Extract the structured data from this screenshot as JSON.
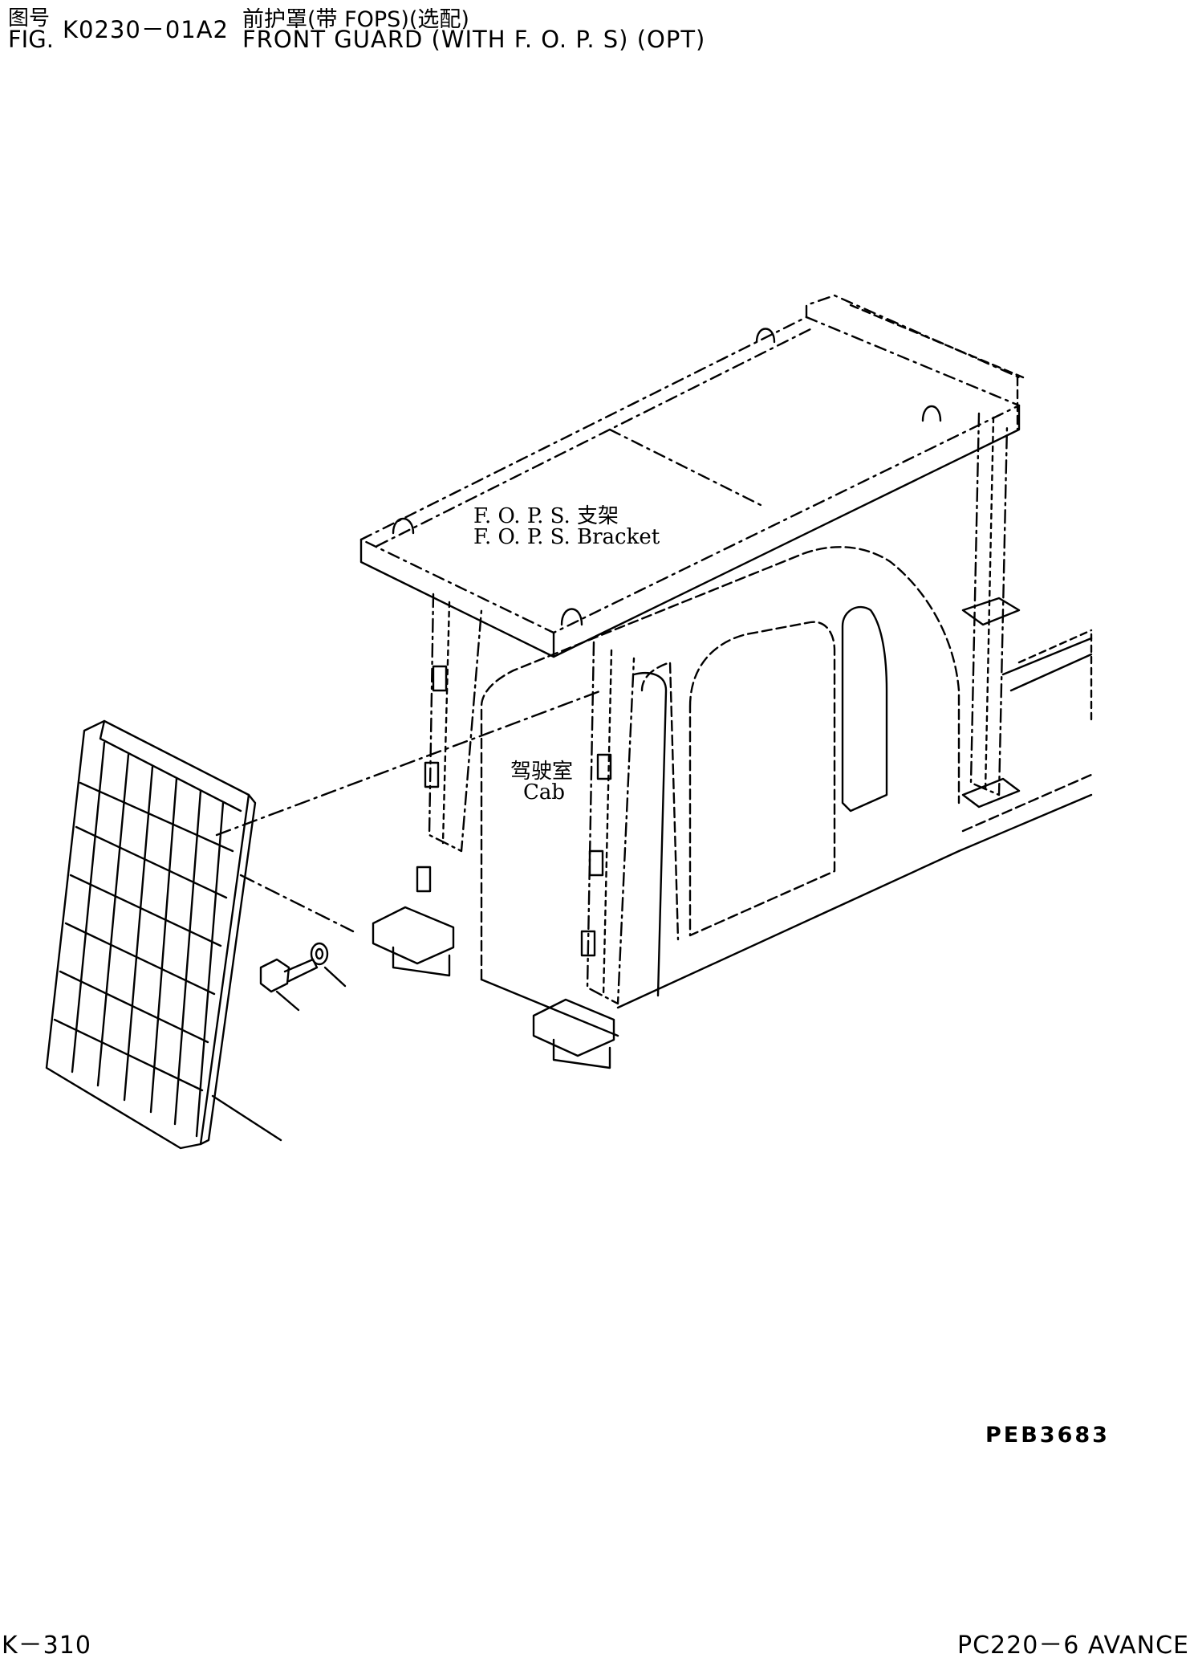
{
  "header": {
    "fig_label_cn": "图号",
    "fig_number": "K0230－01A2",
    "fig_label": "FIG.",
    "title_cn": "前护罩(带 FOPS)(选配)",
    "title_en": "FRONT GUARD (WITH F. O. P. S) (OPT)"
  },
  "diagram": {
    "labels": {
      "fops_cn": "F. O. P. S. 支架",
      "fops_en": "F. O. P. S. Bracket",
      "cab_cn": "驾驶室",
      "cab_en": "Cab"
    },
    "reference": "PEB3683"
  },
  "footer": {
    "page": "K－310",
    "model": "PC220－6 AVANCE"
  }
}
